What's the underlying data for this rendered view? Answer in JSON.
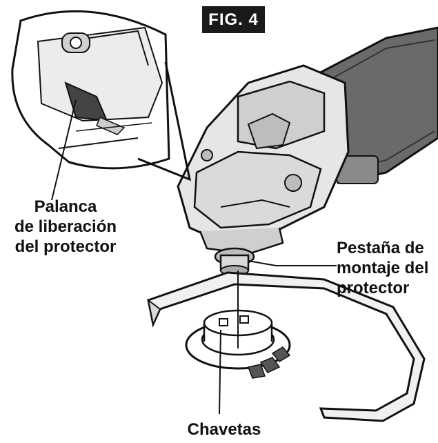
{
  "figure": {
    "label": "FIG. 4"
  },
  "callouts": {
    "release_lever": [
      "Palanca",
      "de liberación",
      "del protector"
    ],
    "mounting_flange": [
      "Pestaña de",
      "montaje del",
      "protector"
    ],
    "keys": "Chavetas"
  },
  "colors": {
    "ink": "#111111",
    "badge_bg": "#1a1a1a",
    "badge_text": "#ffffff",
    "tool_gray": "#d9d9d9",
    "grip_dark": "#555555"
  }
}
